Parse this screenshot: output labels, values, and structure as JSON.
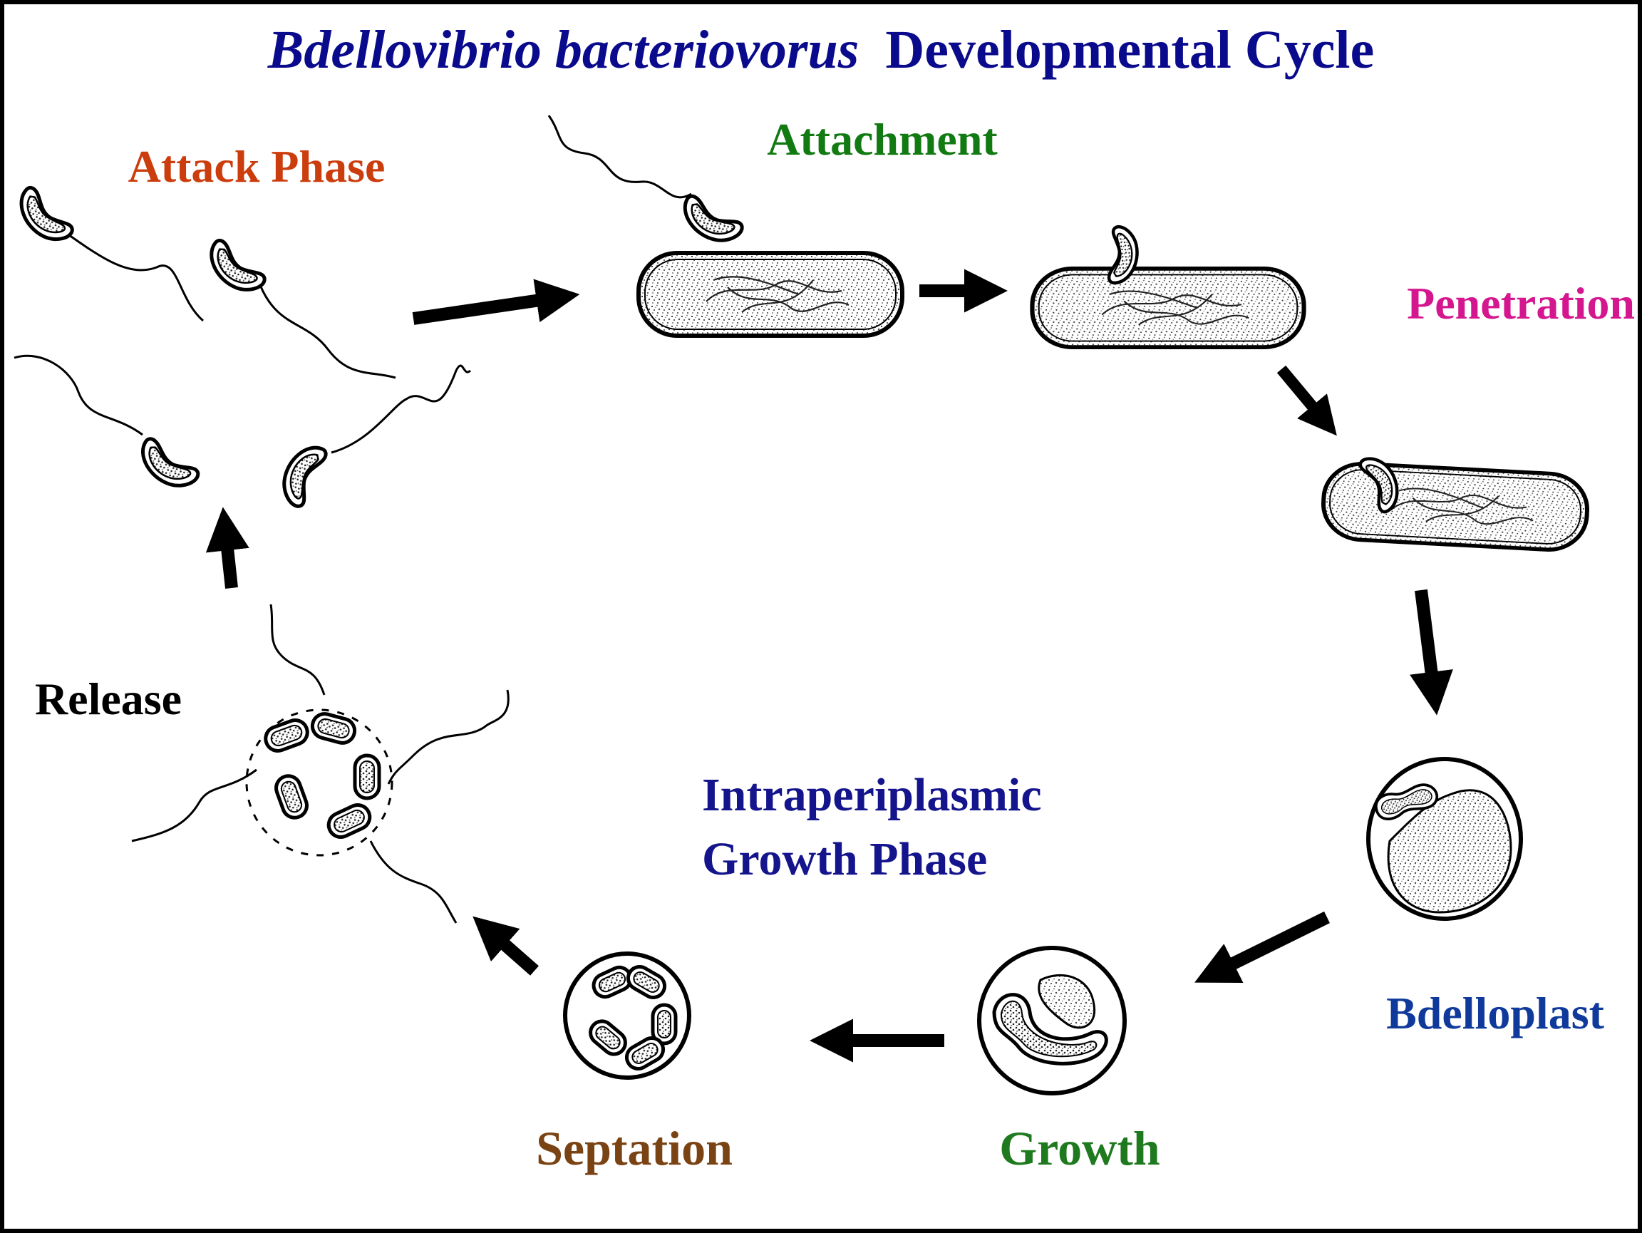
{
  "title": {
    "italic": "Bdellovibrio bacteriovorus",
    "plain": "Developmental Cycle",
    "color": "#0a0a8c"
  },
  "stages": {
    "attack": {
      "label": "Attack Phase",
      "color": "#cc3d0d"
    },
    "attachment": {
      "label": "Attachment",
      "color": "#127a12"
    },
    "penetration": {
      "label": "Penetration",
      "color": "#d4168f"
    },
    "bdelloplast": {
      "label": "Bdelloplast",
      "color": "#0f3a9c"
    },
    "growth": {
      "label": "Growth",
      "color": "#1f7a1f"
    },
    "septation": {
      "label": "Septation",
      "color": "#7a4313"
    },
    "release": {
      "label": "Release",
      "color": "#000000"
    },
    "intraperiplasmic": {
      "line1": "Intraperiplasmic",
      "line2": "Growth Phase",
      "color": "#14148c"
    }
  },
  "colors": {
    "ink": "#000000",
    "background": "#ffffff"
  }
}
